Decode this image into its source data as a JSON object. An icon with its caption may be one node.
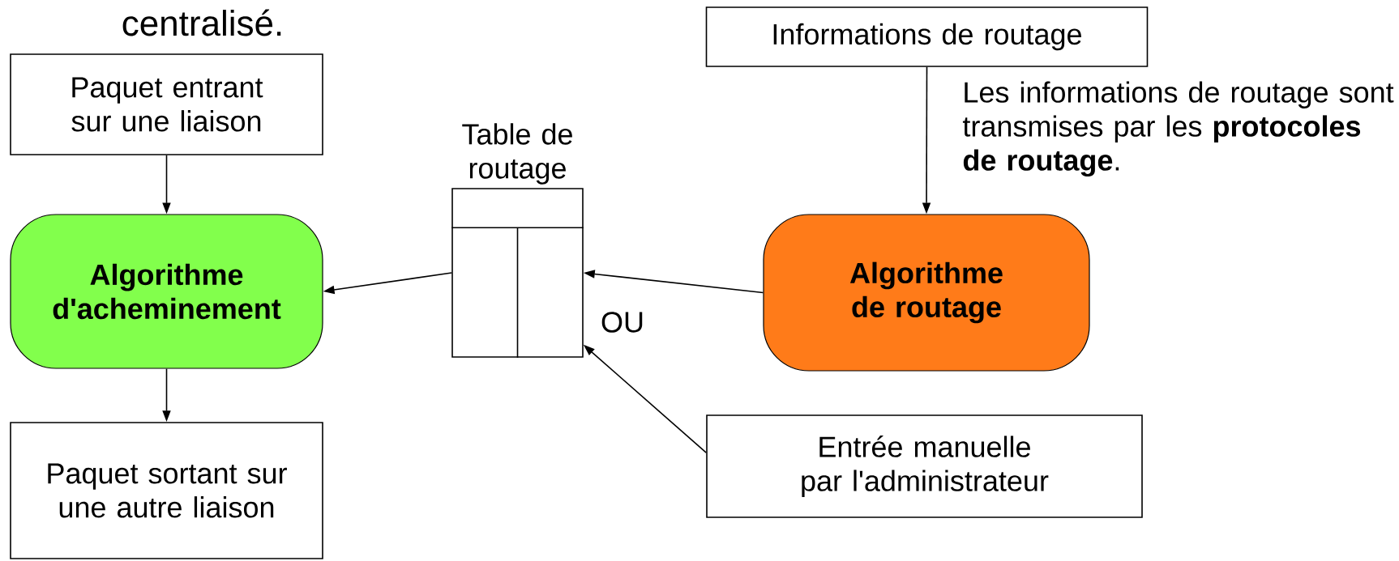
{
  "diagram": {
    "nodes": [
      {
        "text": [
          "Paquet entrant sur une liaison"
        ]
      },
      {
        "text": [
          "Algorithme d'acheminement"
        ]
      },
      {
        "text": [
          "Paquet sortant sur une autre liaison"
        ]
      },
      {
        "text": [
          "Table de routage"
        ]
      },
      {
        "text": [
          "Informations de routage"
        ]
      },
      {
        "text": [
          "Algorithme de routage"
        ]
      },
      {
        "text": [
          "Entrée manuelle par l'administrateur"
        ]
      }
    ],
    "edges": [
      {
        "from": 0,
        "to": 1,
        "arrow": "to"
      },
      {
        "from": 1,
        "to": 2,
        "arrow": "to"
      },
      {
        "from": 3,
        "to": 1,
        "arrow": "to"
      },
      {
        "from": 5,
        "to": 3,
        "arrow": "to"
      },
      {
        "from": 4,
        "to": 5,
        "arrow": "to",
        "label": "Les informations de routage sont transmises par les **protocoles de routage**."
      },
      {
        "from": 6,
        "to": 3,
        "arrow": "to"
      }
    ],
    "labels": [
      "centralisé.",
      "OU"
    ]
  }
}
